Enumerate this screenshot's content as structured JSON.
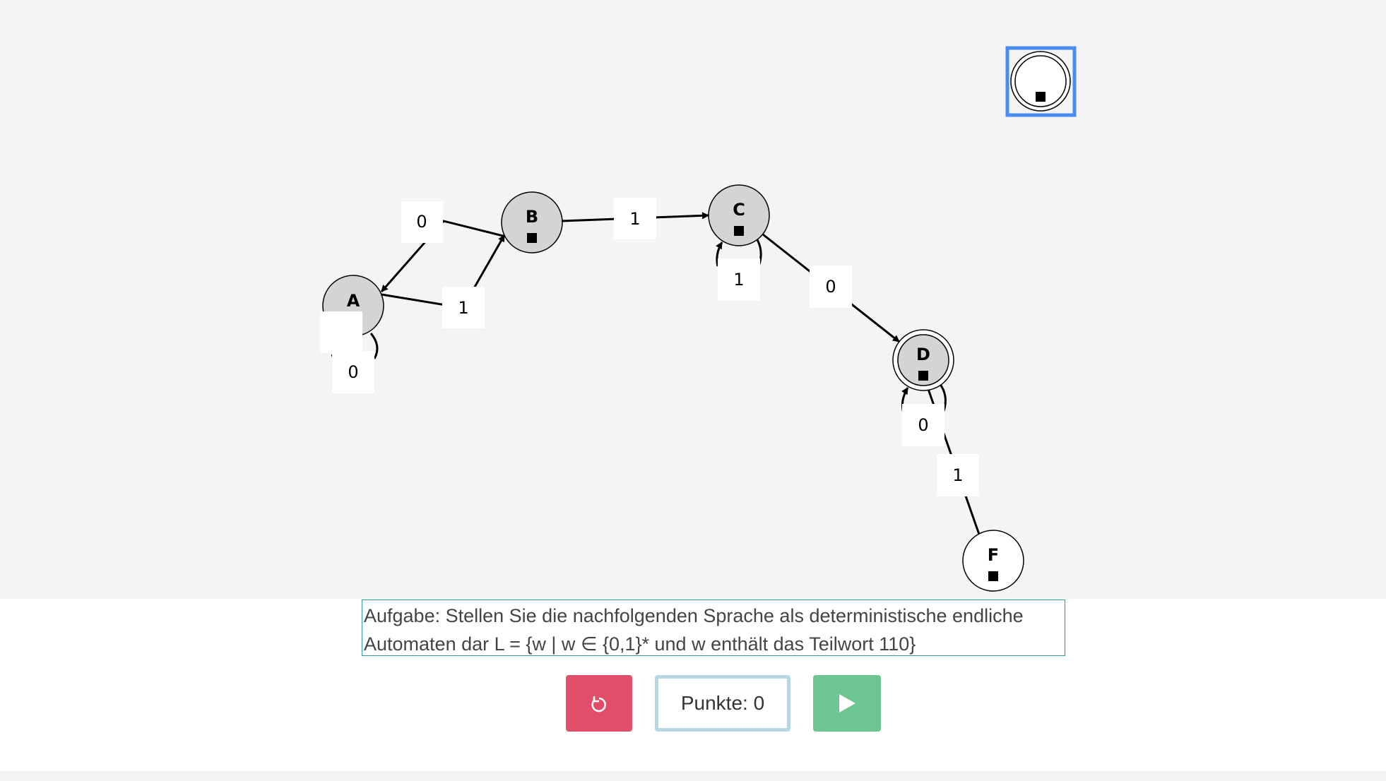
{
  "diagram": {
    "states": [
      {
        "id": "A",
        "label": "A",
        "fill": "#d4d4d4",
        "accepting": false
      },
      {
        "id": "B",
        "label": "B",
        "fill": "#d4d4d4",
        "accepting": false
      },
      {
        "id": "C",
        "label": "C",
        "fill": "#d4d4d4",
        "accepting": false
      },
      {
        "id": "D",
        "label": "D",
        "fill": "#ffffff",
        "accepting": true
      },
      {
        "id": "F",
        "label": "F",
        "fill": "#ffffff",
        "accepting": false
      },
      {
        "id": "new",
        "label": "",
        "fill": "#ffffff",
        "accepting": true,
        "selected": true
      }
    ],
    "transitions": [
      {
        "from": "B",
        "to": "A",
        "label": "0"
      },
      {
        "from": "A",
        "to": "B",
        "label": "1"
      },
      {
        "from": "A",
        "to": "A",
        "label": "0"
      },
      {
        "from": "B",
        "to": "C",
        "label": "1"
      },
      {
        "from": "C",
        "to": "C",
        "label": "1"
      },
      {
        "from": "C",
        "to": "D",
        "label": "0"
      },
      {
        "from": "D",
        "to": "D",
        "label": "0"
      },
      {
        "from": "D",
        "to": "F",
        "label": "1"
      }
    ]
  },
  "task": {
    "text": "Aufgabe: Stellen Sie die nachfolgenden Sprache als deterministische endliche Automaten dar L = {w | w ∈ {0,1}* und w enthält das Teilwort 110}"
  },
  "controls": {
    "reset_icon": "undo-icon",
    "score_label": "Punkte: 0",
    "play_icon": "play-icon"
  },
  "colors": {
    "canvas_bg": "#f4f4f4",
    "selection": "#4a8df0",
    "task_border": "#2e9a8e",
    "reset_bg": "#e04e6a",
    "score_border": "#b8d7e2",
    "play_bg": "#6cc593"
  }
}
